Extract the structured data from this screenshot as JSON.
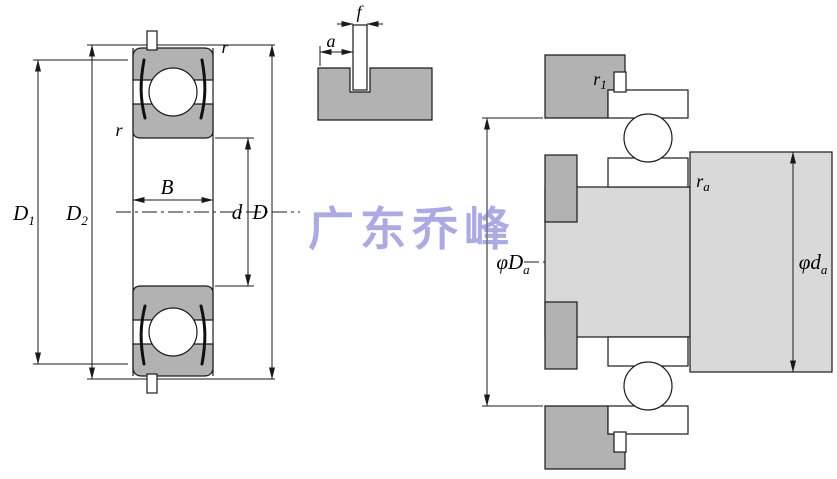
{
  "watermark": {
    "text": "广东乔峰",
    "color": "#7070cc"
  },
  "colors": {
    "metal": "#b2b2b2",
    "shaft": "#d9d9d9",
    "line": "#1a1a1a"
  },
  "left_view": {
    "dim_D1": {
      "base": "D",
      "sub": "1"
    },
    "dim_D2": {
      "base": "D",
      "sub": "2"
    },
    "dim_D": "D",
    "dim_d": "d",
    "dim_B": "B",
    "corner_r_top": "r",
    "corner_r_side": "r"
  },
  "detail_view": {
    "dim_f": "f",
    "dim_a": "a"
  },
  "right_view": {
    "corner_r1": {
      "base": "r",
      "sub": "1"
    },
    "corner_ra": {
      "base": "r",
      "sub": "a"
    },
    "dim_Da": {
      "phi": "φ",
      "base": "D",
      "sub": "a"
    },
    "dim_da": {
      "phi": "φ",
      "base": "d",
      "sub": "a"
    }
  }
}
